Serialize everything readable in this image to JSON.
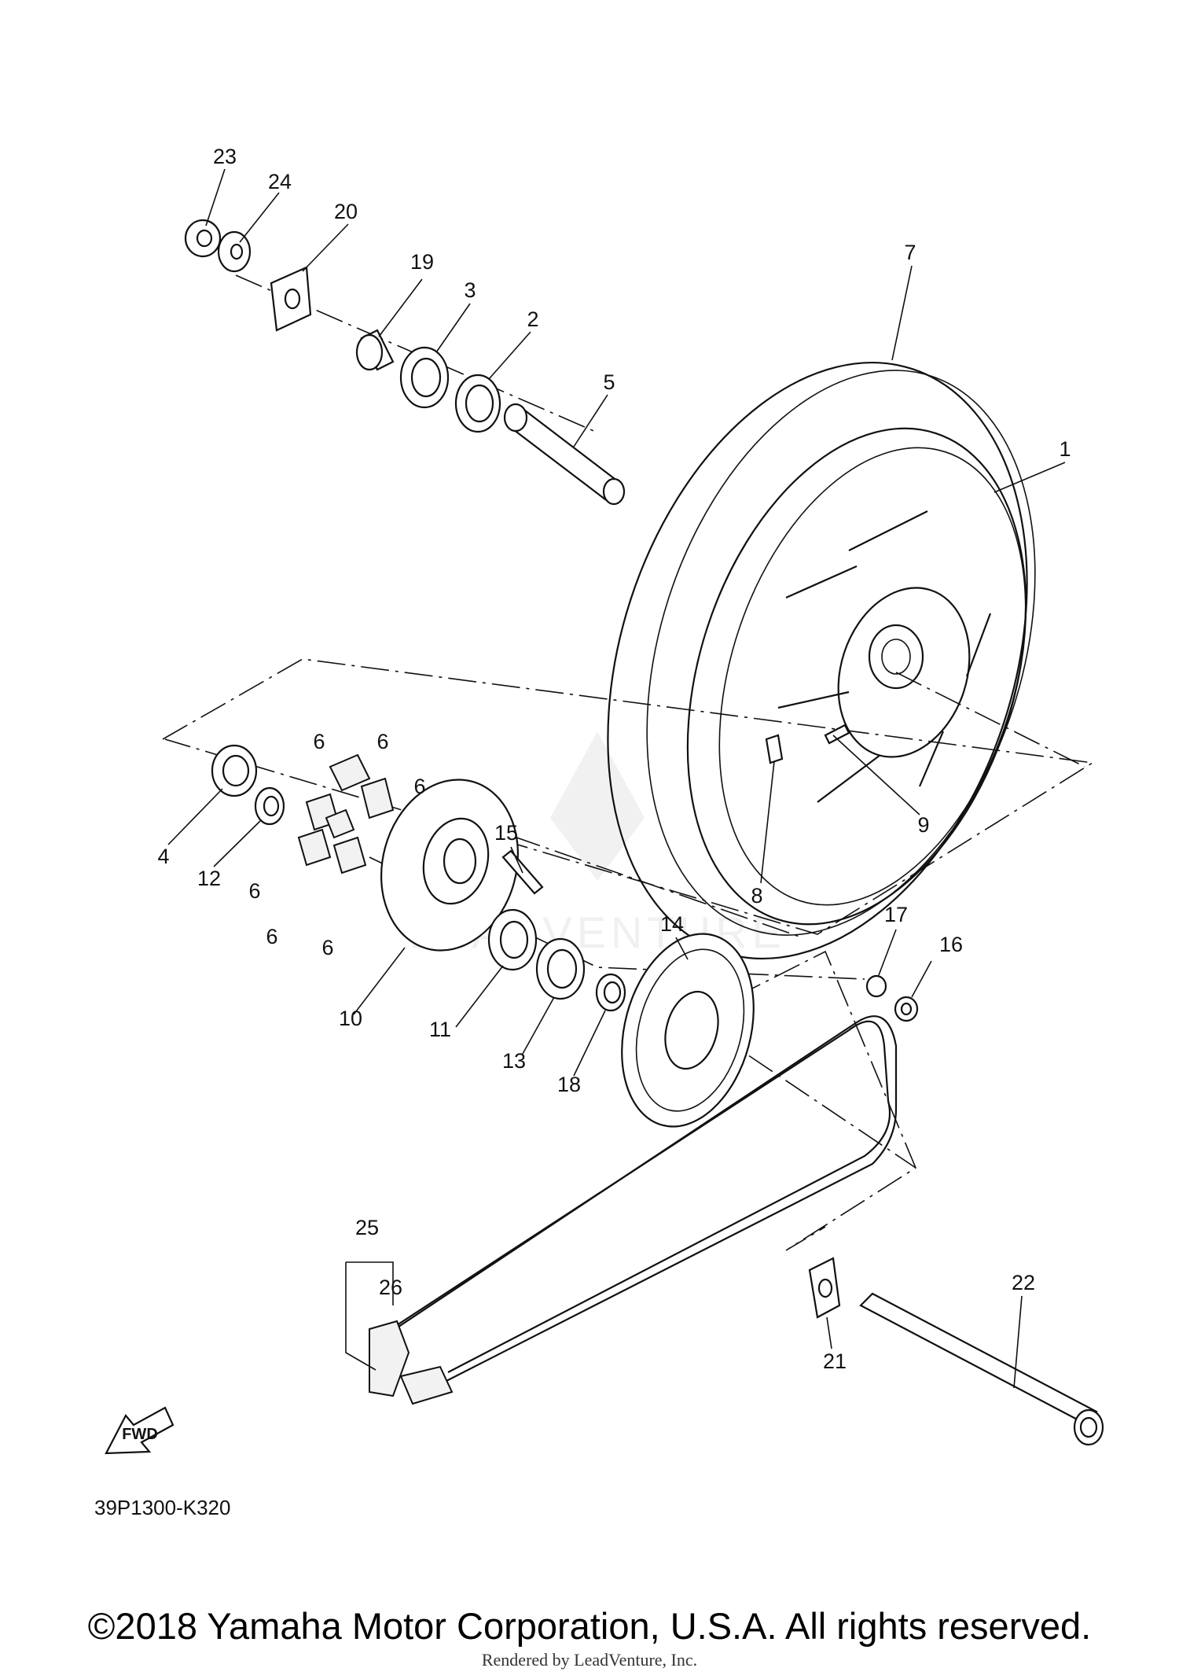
{
  "diagram": {
    "part_labels": [
      "1",
      "2",
      "3",
      "4",
      "5",
      "6",
      "7",
      "8",
      "9",
      "10",
      "11",
      "12",
      "13",
      "14",
      "15",
      "16",
      "17",
      "18",
      "19",
      "20",
      "21",
      "22",
      "23",
      "24",
      "25",
      "26"
    ],
    "fwd_label": "FWD",
    "diagram_code": "39P1300-K320",
    "watermark_text": "LEADVENTURE"
  },
  "footer": {
    "copyright": "©2018 Yamaha Motor Corporation, U.S.A. All rights reserved.",
    "rendered_by": "Rendered by LeadVenture, Inc."
  }
}
